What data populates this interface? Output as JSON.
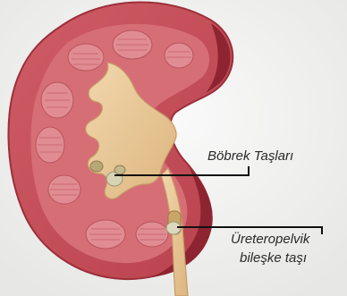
{
  "labels": {
    "kidney_stones": "Böbrek Taşları",
    "upj_line1": "Üreteropelvik",
    "upj_line2": "bileşke taşı"
  },
  "colors": {
    "background": "#f2f2f1",
    "cortex": "#c9565f",
    "cortex_dark": "#a33842",
    "medulla": "#d9868c",
    "pelvis": "#e9c79a",
    "stone": "#c9c7a7",
    "leader_line": "#111111"
  }
}
